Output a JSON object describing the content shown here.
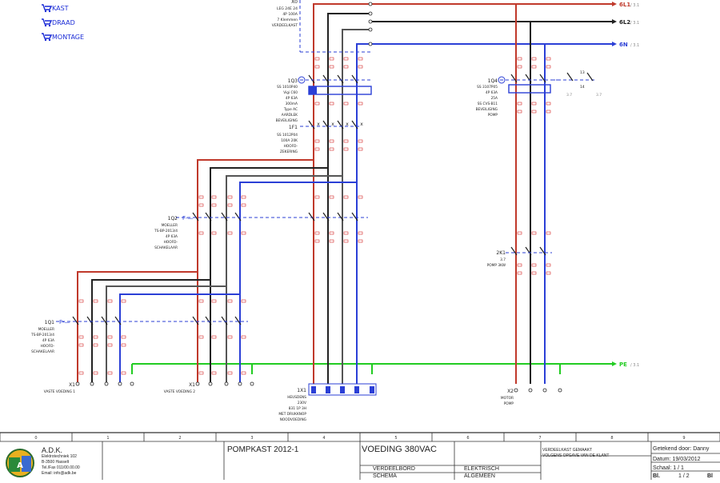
{
  "legend": [
    {
      "label": "KAST",
      "icon": "cart-icon"
    },
    {
      "label": "DRAAD",
      "icon": "cart-icon"
    },
    {
      "label": "MONTAGE",
      "icon": "cart-icon"
    }
  ],
  "colors": {
    "l1": "#c0392b",
    "l2": "#222222",
    "l3": "#555555",
    "n": "#2b3fd6",
    "pe": "#22cc22",
    "label": "#cc0000",
    "legend": "#1a2bd6"
  },
  "busbars": {
    "l1": "6L1",
    "l2": "6L2",
    "n": "6N",
    "pe": "PE",
    "ref": "/ 3.1"
  },
  "main_feed": {
    "tag": "X0",
    "lines": [
      "LEG 24E 24",
      "4P 100A",
      "7 Klemmen",
      "VERDEELKAST"
    ]
  },
  "devices": {
    "q3": {
      "tag": "1Q3",
      "lines": [
        "SS 1010P40",
        "Vigi C60",
        "4P 63A",
        "300mA",
        "Type AC",
        "AARDLEK",
        "BEVEILIGING"
      ]
    },
    "f1": {
      "tag": "1F1",
      "lines": [
        "SS 1012P04",
        "100A 20K",
        "HOOFD-",
        "ZEKERING"
      ]
    },
    "q2": {
      "tag": "1Q2",
      "lines": [
        "MOELLER",
        "TS-BP-2013/4",
        "4P 63A",
        "HOOFD-",
        "SCHAKELAAR"
      ]
    },
    "q1": {
      "tag": "1Q1",
      "lines": [
        "MOELLER",
        "TS-BP-2013/4",
        "4P 63A",
        "HOOFD-",
        "SCHAKELAAR"
      ]
    },
    "q4": {
      "tag": "1Q4",
      "lines": [
        "SS 3107P05",
        "4P 63A",
        "25A",
        "SS CVS-B11",
        "BEVEILIGING",
        "POMP"
      ]
    },
    "k1": {
      "tag": "2K1",
      "lines": [
        "3.7",
        "POMP 3KW"
      ]
    },
    "x1a": {
      "tag": "X1",
      "label": "VASTE VOEDING 1"
    },
    "x1b": {
      "tag": "X1",
      "label": "VASTE VOEDING 2"
    },
    "xg": {
      "tag": "1X1",
      "lines": [
        "HEUSDENS",
        "230V",
        "831 1P 3H",
        "MET DRUKKNOP",
        "NOODVOEDING"
      ]
    },
    "x2": {
      "tag": "X2",
      "lines": [
        "MOTOR",
        "POMP"
      ]
    },
    "contact": {
      "a": "13",
      "b": "14",
      "c": "3.7"
    }
  },
  "ruler": [
    "0",
    "1",
    "2",
    "3",
    "4",
    "5",
    "6",
    "7",
    "8",
    "9"
  ],
  "title_block": {
    "company": "A.D.K.",
    "address": [
      "Elektrotechniek 102",
      "B-3500 Hasselt",
      "Tel./Fax 011/00.00.00",
      "Email: info@adk.be"
    ],
    "project": "POMPKAST 2012-1",
    "sheet_title": "VOEDING 380VAC",
    "menu": [
      "VERDEELBORD",
      "SCHEMA"
    ],
    "menu2": [
      "ELEKTRISCH",
      "ALGEMEEN"
    ],
    "notes": [
      "VERDEELKAST GEMAAKT",
      "VOLGENS OPGAVE VAN DE KLANT"
    ],
    "checked": "Getekend door: Danny",
    "date": "Datum: 19/03/2012",
    "scale": "Schaal: 1 / 1",
    "sheet_label": "Bl.",
    "sheet_no": "1 / 2",
    "next": "Bl"
  }
}
